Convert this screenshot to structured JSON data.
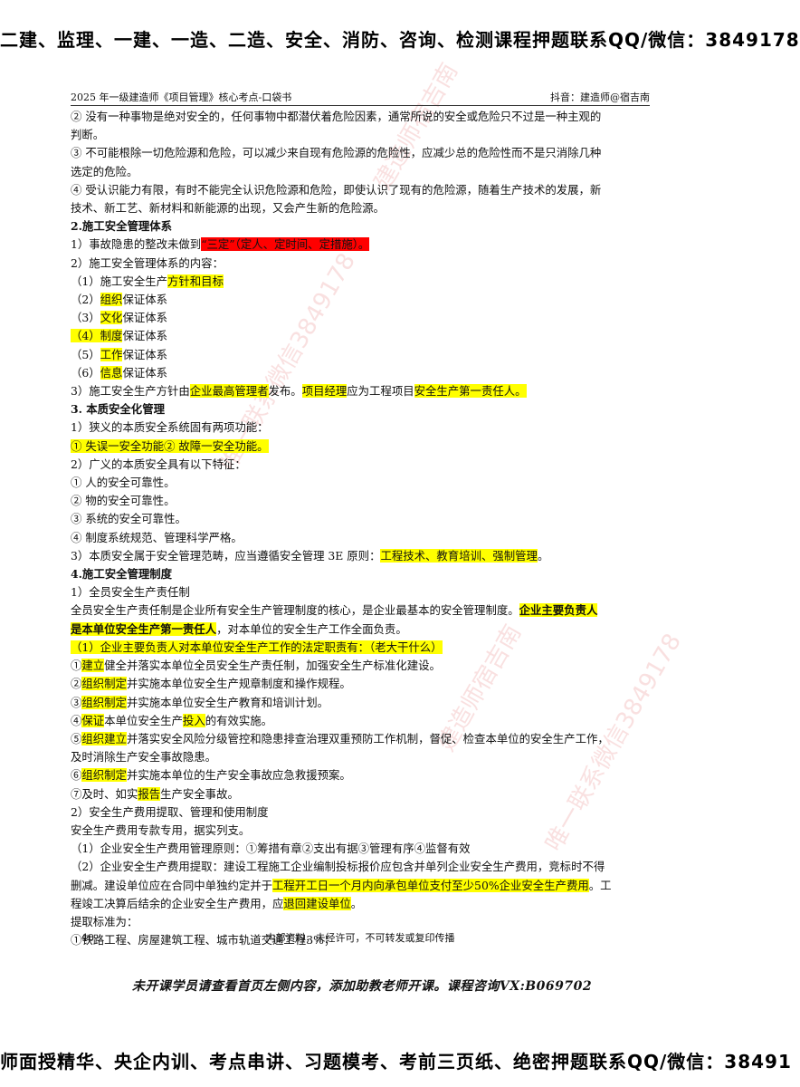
{
  "banner_top": "二建、监理、一建、一造、二造、安全、消防、咨询、检测课程押题联系QQ/微信：3849178",
  "banner_bottom": "师面授精华、央企内训、考点串讲、习题模考、考前三页纸、绝密押题联系QQ/微信：38491",
  "header": {
    "title": "2025 年一级建造师《项目管理》核心考点-口袋书",
    "author": "抖音：建造师@宿吉南"
  },
  "lines": {
    "l1": "② 没有一种事物是绝对安全的，任何事物中都潜伏着危险因素，通常所说的安全或危险只不过是一种主观的",
    "l2": "判断。",
    "l3": "③ 不可能根除一切危险源和危险，可以减少来自现有危险源的危险性，应减少总的危险性而不是只消除几种",
    "l4": "选定的危险。",
    "l5": "④ 受认识能力有限，有时不能完全认识危险源和危险，即使认识了现有的危险源，随着生产技术的发展，新",
    "l6": "技术、新工艺、新材料和新能源的出现，又会产生新的危险源。",
    "h2": "2.施工安全管理体系",
    "l7a": "1）事故隐患的整改未做到",
    "l7b": "“三定”（定人、定时间、定措施）。",
    "l8": "2）施工安全管理体系的内容：",
    "l9a": "（1）施工安全生产",
    "l9b": "方针和目标",
    "l10a": "（2）",
    "l10b": "组织",
    "l10c": "保证体系",
    "l11a": "（3）",
    "l11b": "文化",
    "l11c": "保证体系",
    "l12a": "（4）制度",
    "l12c": "保证体系",
    "l13a": "（5）",
    "l13b": "工作",
    "l13c": "保证体系",
    "l14a": "（6）",
    "l14b": "信息",
    "l14c": "保证体系",
    "l15a": "3）施工安全生产方针由",
    "l15b": "企业最高管理者",
    "l15c": "发布。",
    "l15d": "项目经理",
    "l15e": "应为工程项目",
    "l15f": "安全生产第一责任人。",
    "h3": "3. 本质安全化管理",
    "l16": "1）狭义的本质安全系统固有两项功能：",
    "l17": "① 失误一安全功能② 故障一安全功能。",
    "l18": "2）广义的本质安全具有以下特征：",
    "l19": "① 人的安全可靠性。",
    "l20": "② 物的安全可靠性。",
    "l21": "③ 系统的安全可靠性。",
    "l22": "④ 制度系统规范、管理科学严格。",
    "l23a": "3）本质安全属于安全管理范畴，应当遵循安全管理 3E 原则：",
    "l23b": "工程技术、教育培训、强制管理",
    "l23c": "。",
    "h4": "4.施工安全管理制度",
    "l24": "1）全员安全生产责任制",
    "l25a": "全员安全生产责任制是企业所有安全生产管理制度的核心，是企业最基本的安全管理制度。",
    "l25b": "企业主要负责人",
    "l26a": "是本单位安全生产第一责任人",
    "l26b": "，对本单位的安全生产工作全面负责。",
    "l27": "（1）企业主要负责人对本单位安全生产工作的法定职责有：（老大干什么）",
    "l28a": "①",
    "l28b": "建立",
    "l28c": "健全并落实本单位全员安全生产责任制，加强安全生产标准化建设。",
    "l29a": "②",
    "l29b": "组织制定",
    "l29c": "并实施本单位安全生产规章制度和操作规程。",
    "l30a": "③",
    "l30b": "组织制定",
    "l30c": "并实施本单位安全生产教育和培训计划。",
    "l31a": "④",
    "l31b": "保证",
    "l31c": "本单位安全生产",
    "l31d": "投入",
    "l31e": "的有效实施。",
    "l32a": "⑤",
    "l32b": "组织建立",
    "l32c": "并落实安全风险分级管控和隐患排查治理双重预防工作机制，督促、检查本单位的安全生产工作，",
    "l33": "及时消除生产安全事故隐患。",
    "l34a": "⑥",
    "l34b": "组织制定",
    "l34c": "并实施本单位的生产安全事故应急救援预案。",
    "l35a": "⑦及时、如实",
    "l35b": "报告",
    "l35c": "生产安全事故。",
    "l36": "2）安全生产费用提取、管理和使用制度",
    "l37": "安全生产费用专款专用，据实列支。",
    "l38": "（1）企业安全生产费用管理原则：①筹措有章②支出有据③管理有序④监督有效",
    "l39": "（2）企业安全生产费用提取：建设工程施工企业编制投标报价应包含并单列企业安全生产费用，竞标时不得",
    "l40a": "删减。建设单位应在合同中单独约定并于",
    "l40b": "工程开工日一个月内向承包单位支付至少50%企业安全生产费用",
    "l40c": "。工",
    "l41a": "程竣工决算后结余的企业安全生产费用，应",
    "l41b": "退回建设单位",
    "l41c": "。",
    "l42": "提取标准为：",
    "l43": "①铁路工程、房屋建筑工程、城市轨道交通工程3%；"
  },
  "footer": {
    "page_number": "40",
    "text": "内部资料，未经许可，不可转发或复印传播"
  },
  "notice": "未开课学员请查看首页左侧内容，添加助教老师开课。课程咨询VX:B069702",
  "watermarks": {
    "wm1": "建造师宿吉南",
    "wm2": "唯一联系微信3849178",
    "wm3": "建造师宿吉南",
    "wm4": "唯一联系微信3849178"
  },
  "colors": {
    "highlight_yellow": "#ffff00",
    "highlight_red": "#ff0000"
  }
}
